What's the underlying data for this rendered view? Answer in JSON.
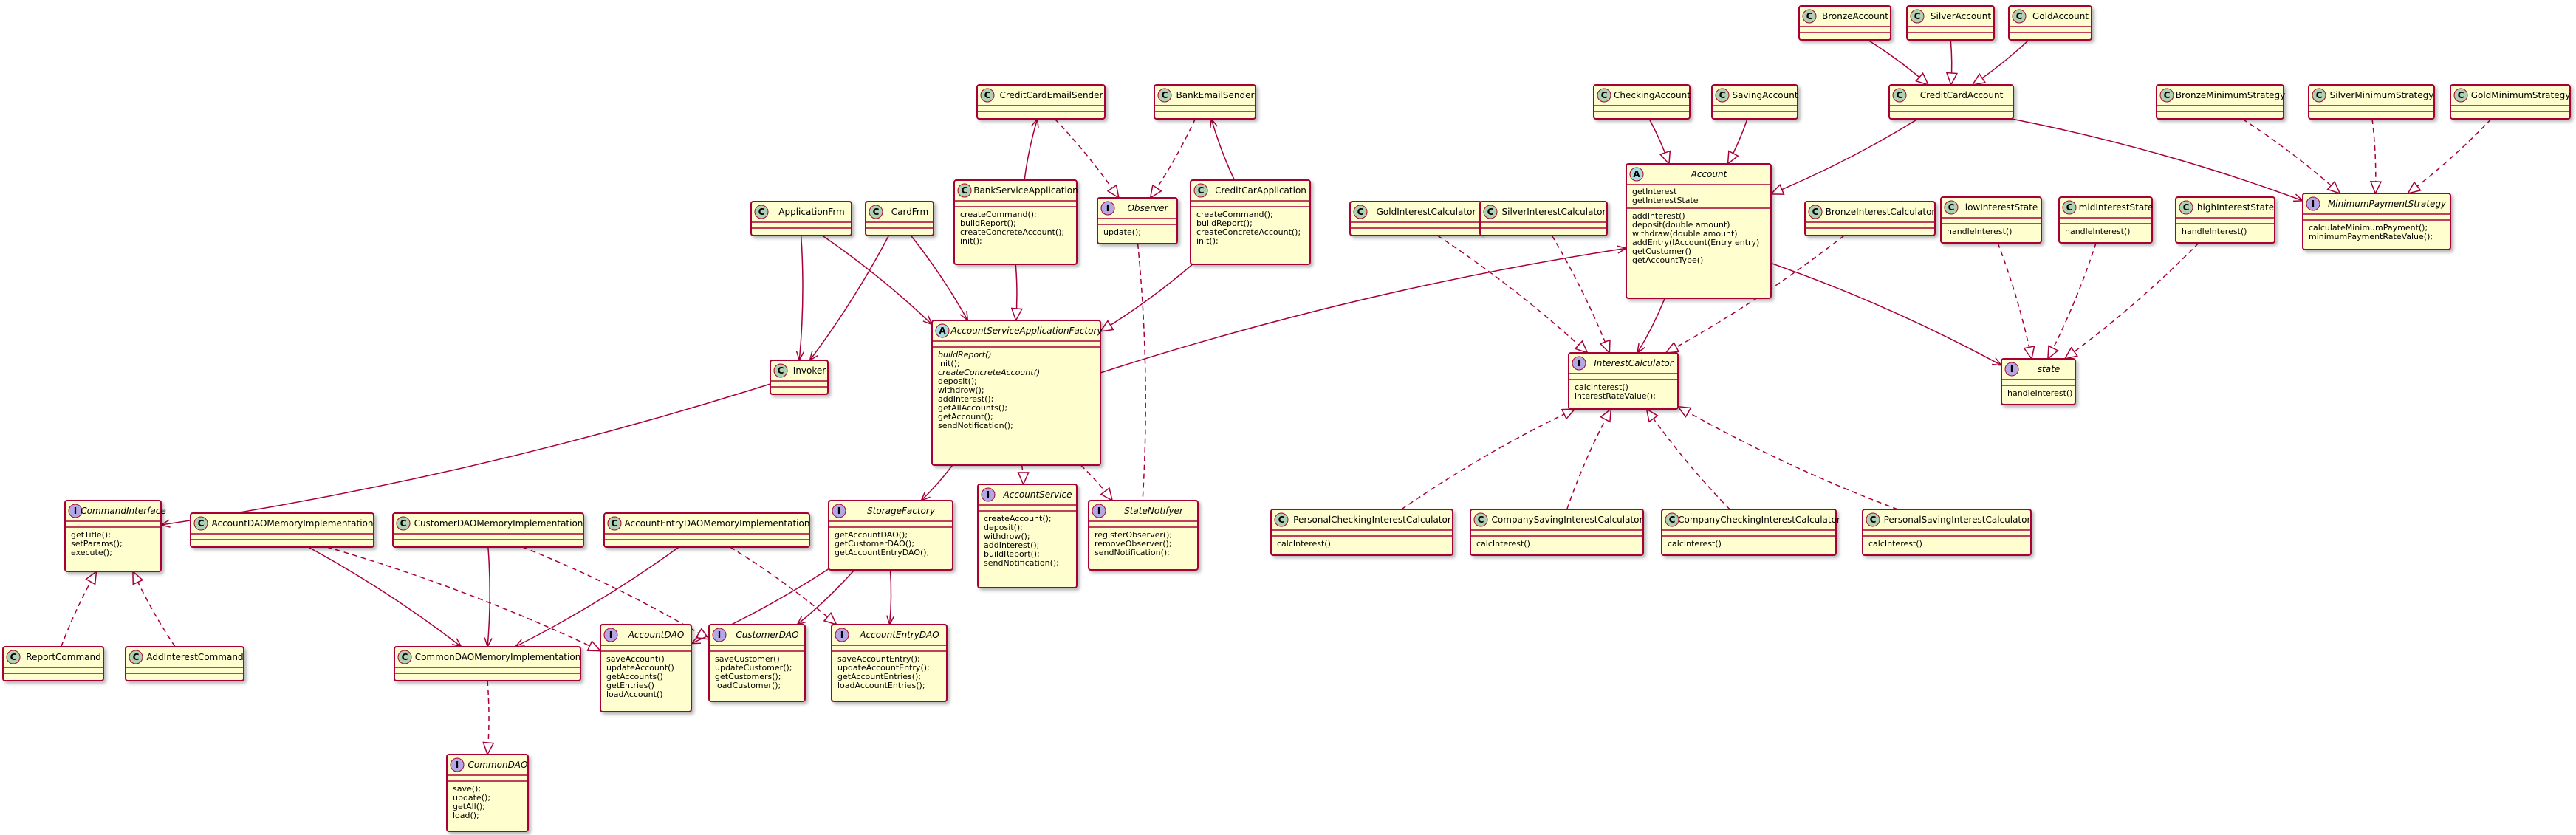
{
  "classes": [
    {
      "id": "BronzeAccount",
      "kind": "C",
      "name": "BronzeAccount",
      "members": []
    },
    {
      "id": "SilverAccount",
      "kind": "C",
      "name": "SilverAccount",
      "members": []
    },
    {
      "id": "GoldAccount",
      "kind": "C",
      "name": "GoldAccount",
      "members": []
    },
    {
      "id": "CheckingAccount",
      "kind": "C",
      "name": "CheckingAccount",
      "members": []
    },
    {
      "id": "SavingAccount",
      "kind": "C",
      "name": "SavingAccount",
      "members": []
    },
    {
      "id": "CreditCardAccount",
      "kind": "C",
      "name": "CreditCardAccount",
      "members": []
    },
    {
      "id": "BronzeMinimumStrategy",
      "kind": "C",
      "name": "BronzeMinimumStrategy",
      "members": []
    },
    {
      "id": "SilverMinimumStrategy",
      "kind": "C",
      "name": "SilverMinimumStrategy",
      "members": []
    },
    {
      "id": "GoldMinimumStrategy",
      "kind": "C",
      "name": "GoldMinimumStrategy",
      "members": []
    },
    {
      "id": "CreditCardEmailSender",
      "kind": "C",
      "name": "CreditCardEmailSender",
      "members": []
    },
    {
      "id": "BankEmailSender",
      "kind": "C",
      "name": "BankEmailSender",
      "members": []
    },
    {
      "id": "BankServiceApplication",
      "kind": "C",
      "name": "BankServiceApplication",
      "members": [
        "createCommand();",
        "buildReport();",
        "createConcreteAccount();",
        "init();"
      ]
    },
    {
      "id": "Observer",
      "kind": "I",
      "name": "Observer",
      "members": [
        "update();"
      ]
    },
    {
      "id": "CreditCarApplication",
      "kind": "C",
      "name": "CreditCarApplication",
      "members": [
        "createCommand();",
        "buildReport();",
        "createConcreteAccount();",
        "init();"
      ]
    },
    {
      "id": "ApplicationFrm",
      "kind": "C",
      "name": "ApplicationFrm",
      "members": []
    },
    {
      "id": "CardFrm",
      "kind": "C",
      "name": "CardFrm",
      "members": []
    },
    {
      "id": "Account",
      "kind": "A",
      "name": "Account",
      "members": [
        "getInterest",
        "getInterestState",
        "addInterest()",
        "deposit(double amount)",
        "withdraw(double amount)",
        "addEntry(IAccount(Entry entry)",
        "getCustomer()",
        "getAccountType()"
      ]
    },
    {
      "id": "GoldInterestCalculator",
      "kind": "C",
      "name": "GoldInterestCalculator",
      "members": []
    },
    {
      "id": "SilverInterestCalculator",
      "kind": "C",
      "name": "SilverInterestCalculator",
      "members": []
    },
    {
      "id": "BronzeInterestCalculator",
      "kind": "C",
      "name": "BronzeInterestCalculator",
      "members": []
    },
    {
      "id": "lowInterestState",
      "kind": "C",
      "name": "lowInterestState",
      "members": [
        "handleInterest()"
      ]
    },
    {
      "id": "midInterestState",
      "kind": "C",
      "name": "midInterestState",
      "members": [
        "handleInterest()"
      ]
    },
    {
      "id": "highInterestState",
      "kind": "C",
      "name": "highInterestState",
      "members": [
        "handleInterest()"
      ]
    },
    {
      "id": "MinimumPaymentStrategy",
      "kind": "I",
      "name": "MinimumPaymentStrategy",
      "members": [
        "calculateMinimumPayment();",
        "minimumPaymentRateValue();"
      ]
    },
    {
      "id": "Invoker",
      "kind": "C",
      "name": "Invoker",
      "members": []
    },
    {
      "id": "AccountServiceApplicationFactory",
      "kind": "A",
      "name": "AccountServiceApplicationFactory",
      "members": [
        "buildReport()",
        "init();",
        "createConcreteAccount()",
        "deposit();",
        "withdrow();",
        "addInterest();",
        "getAllAccounts();",
        "getAccount();",
        "sendNotification();"
      ]
    },
    {
      "id": "InterestCalculator",
      "kind": "I",
      "name": "InterestCalculator",
      "members": [
        "calcInterest()",
        "interestRateValue();"
      ]
    },
    {
      "id": "state",
      "kind": "I",
      "name": "state",
      "members": [
        "handleInterest()"
      ]
    },
    {
      "id": "CommandInterface",
      "kind": "I",
      "name": "CommandInterface",
      "members": [
        "getTitle();",
        "setParams();",
        "execute();"
      ]
    },
    {
      "id": "AccountDAOMemoryImplementation",
      "kind": "C",
      "name": "AccountDAOMemoryImplementation",
      "members": []
    },
    {
      "id": "CustomerDAOMemoryImplementation",
      "kind": "C",
      "name": "CustomerDAOMemoryImplementation",
      "members": []
    },
    {
      "id": "AccountEntryDAOMemoryImplementation",
      "kind": "C",
      "name": "AccountEntryDAOMemoryImplementation",
      "members": []
    },
    {
      "id": "StorageFactory",
      "kind": "I",
      "name": "StorageFactory",
      "members": [
        "getAccountDAO();",
        "getCustomerDAO();",
        "getAccountEntryDAO();"
      ]
    },
    {
      "id": "AccountService",
      "kind": "I",
      "name": "AccountService",
      "members": [
        "createAccount();",
        "deposit();",
        "withdrow();",
        "addInterest();",
        "buildReport();",
        "sendNotification();"
      ]
    },
    {
      "id": "StateNotifyer",
      "kind": "I",
      "name": "StateNotifyer",
      "members": [
        "registerObserver();",
        "removeObserver();",
        "sendNotification();"
      ]
    },
    {
      "id": "PersonalCheckingInterestCalculator",
      "kind": "C",
      "name": "PersonalCheckingInterestCalculator",
      "members": [
        "calcInterest()"
      ]
    },
    {
      "id": "CompanySavingInterestCalculator",
      "kind": "C",
      "name": "CompanySavingInterestCalculator",
      "members": [
        "calcInterest()"
      ]
    },
    {
      "id": "CompanyCheckingInterestCalculator",
      "kind": "C",
      "name": "CompanyCheckingInterestCalculator",
      "members": [
        "calcInterest()"
      ]
    },
    {
      "id": "PersonalSavingInterestCalculator",
      "kind": "C",
      "name": "PersonalSavingInterestCalculator",
      "members": [
        "calcInterest()"
      ]
    },
    {
      "id": "ReportCommand",
      "kind": "C",
      "name": "ReportCommand",
      "members": []
    },
    {
      "id": "AddInterestCommand",
      "kind": "C",
      "name": "AddInterestCommand",
      "members": []
    },
    {
      "id": "CommonDAOMemoryImplementation",
      "kind": "C",
      "name": "CommonDAOMemoryImplementation",
      "members": []
    },
    {
      "id": "AccountDAO",
      "kind": "I",
      "name": "AccountDAO",
      "members": [
        "saveAccount()",
        "updateAccount()",
        "getAccounts()",
        "getEntries()",
        "loadAccount()"
      ]
    },
    {
      "id": "CustomerDAO",
      "kind": "I",
      "name": "CustomerDAO",
      "members": [
        "saveCustomer()",
        "updateCustomer();",
        "getCustomers();",
        "loadCustomer();"
      ]
    },
    {
      "id": "AccountEntryDAO",
      "kind": "I",
      "name": "AccountEntryDAO",
      "members": [
        "saveAccountEntry();",
        "updateAccountEntry();",
        "getAccountEntries();",
        "loadAccountEntries();"
      ]
    },
    {
      "id": "CommonDAO",
      "kind": "I",
      "name": "CommonDAO",
      "members": [
        "save();",
        "update();",
        "getAll();",
        "load();"
      ]
    }
  ],
  "relations": [
    {
      "from": "BronzeAccount",
      "to": "CreditCardAccount",
      "type": "extends"
    },
    {
      "from": "SilverAccount",
      "to": "CreditCardAccount",
      "type": "extends"
    },
    {
      "from": "GoldAccount",
      "to": "CreditCardAccount",
      "type": "extends"
    },
    {
      "from": "CheckingAccount",
      "to": "Account",
      "type": "extends"
    },
    {
      "from": "SavingAccount",
      "to": "Account",
      "type": "extends"
    },
    {
      "from": "CreditCardAccount",
      "to": "Account",
      "type": "extends"
    },
    {
      "from": "CreditCardAccount",
      "to": "MinimumPaymentStrategy",
      "type": "association"
    },
    {
      "from": "BronzeMinimumStrategy",
      "to": "MinimumPaymentStrategy",
      "type": "implements"
    },
    {
      "from": "SilverMinimumStrategy",
      "to": "MinimumPaymentStrategy",
      "type": "implements"
    },
    {
      "from": "GoldMinimumStrategy",
      "to": "MinimumPaymentStrategy",
      "type": "implements"
    },
    {
      "from": "BankServiceApplication",
      "to": "CreditCardEmailSender",
      "type": "association"
    },
    {
      "from": "CreditCarApplication",
      "to": "BankEmailSender",
      "type": "association"
    },
    {
      "from": "CreditCardEmailSender",
      "to": "Observer",
      "type": "implements"
    },
    {
      "from": "BankEmailSender",
      "to": "Observer",
      "type": "implements"
    },
    {
      "from": "BankServiceApplication",
      "to": "AccountServiceApplicationFactory",
      "type": "extends"
    },
    {
      "from": "CreditCarApplication",
      "to": "AccountServiceApplicationFactory",
      "type": "extends"
    },
    {
      "from": "Observer",
      "to": "StateNotifyer",
      "type": "dotted"
    },
    {
      "from": "ApplicationFrm",
      "to": "Invoker",
      "type": "association"
    },
    {
      "from": "ApplicationFrm",
      "to": "AccountServiceApplicationFactory",
      "type": "association"
    },
    {
      "from": "CardFrm",
      "to": "Invoker",
      "type": "association"
    },
    {
      "from": "CardFrm",
      "to": "AccountServiceApplicationFactory",
      "type": "association"
    },
    {
      "from": "AccountServiceApplicationFactory",
      "to": "Account",
      "type": "association"
    },
    {
      "from": "Invoker",
      "to": "CommandInterface",
      "type": "association"
    },
    {
      "from": "AccountServiceApplicationFactory",
      "to": "StorageFactory",
      "type": "association"
    },
    {
      "from": "AccountServiceApplicationFactory",
      "to": "AccountService",
      "type": "implements"
    },
    {
      "from": "AccountServiceApplicationFactory",
      "to": "StateNotifyer",
      "type": "implements"
    },
    {
      "from": "Account",
      "to": "InterestCalculator",
      "type": "association"
    },
    {
      "from": "Account",
      "to": "state",
      "type": "association"
    },
    {
      "from": "GoldInterestCalculator",
      "to": "InterestCalculator",
      "type": "implements"
    },
    {
      "from": "SilverInterestCalculator",
      "to": "InterestCalculator",
      "type": "implements"
    },
    {
      "from": "BronzeInterestCalculator",
      "to": "InterestCalculator",
      "type": "implements"
    },
    {
      "from": "lowInterestState",
      "to": "state",
      "type": "implements"
    },
    {
      "from": "midInterestState",
      "to": "state",
      "type": "implements"
    },
    {
      "from": "highInterestState",
      "to": "state",
      "type": "implements"
    },
    {
      "from": "PersonalCheckingInterestCalculator",
      "to": "InterestCalculator",
      "type": "implements"
    },
    {
      "from": "CompanySavingInterestCalculator",
      "to": "InterestCalculator",
      "type": "implements"
    },
    {
      "from": "CompanyCheckingInterestCalculator",
      "to": "InterestCalculator",
      "type": "implements"
    },
    {
      "from": "PersonalSavingInterestCalculator",
      "to": "InterestCalculator",
      "type": "implements"
    },
    {
      "from": "ReportCommand",
      "to": "CommandInterface",
      "type": "implements"
    },
    {
      "from": "AddInterestCommand",
      "to": "CommandInterface",
      "type": "implements"
    },
    {
      "from": "AccountDAOMemoryImplementation",
      "to": "CommonDAOMemoryImplementation",
      "type": "association"
    },
    {
      "from": "AccountDAOMemoryImplementation",
      "to": "AccountDAO",
      "type": "implements"
    },
    {
      "from": "CustomerDAOMemoryImplementation",
      "to": "CommonDAOMemoryImplementation",
      "type": "association"
    },
    {
      "from": "CustomerDAOMemoryImplementation",
      "to": "CustomerDAO",
      "type": "implements"
    },
    {
      "from": "AccountEntryDAOMemoryImplementation",
      "to": "CommonDAOMemoryImplementation",
      "type": "association"
    },
    {
      "from": "AccountEntryDAOMemoryImplementation",
      "to": "AccountEntryDAO",
      "type": "implements"
    },
    {
      "from": "StorageFactory",
      "to": "AccountDAO",
      "type": "association"
    },
    {
      "from": "StorageFactory",
      "to": "CustomerDAO",
      "type": "association"
    },
    {
      "from": "StorageFactory",
      "to": "AccountEntryDAO",
      "type": "association"
    },
    {
      "from": "CommonDAOMemoryImplementation",
      "to": "CommonDAO",
      "type": "implements"
    }
  ]
}
